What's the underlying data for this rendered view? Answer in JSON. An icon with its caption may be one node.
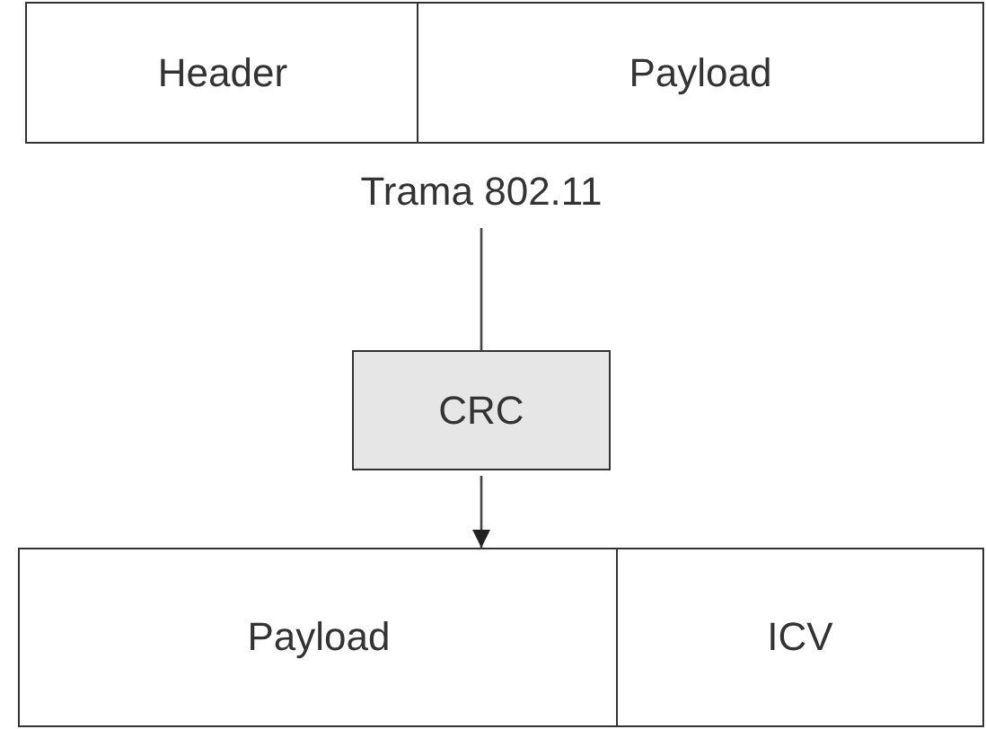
{
  "diagram": {
    "nodes": [
      {
        "text": [
          "Header"
        ]
      },
      {
        "text": [
          "Payload"
        ]
      },
      {
        "text": [
          "Trama 802.11"
        ]
      },
      {
        "text": [
          "CRC"
        ]
      },
      {
        "text": [
          "Payload"
        ]
      },
      {
        "text": [
          "ICV"
        ]
      }
    ],
    "edges": [
      {
        "from": 2,
        "to": 3,
        "arrow": "none"
      },
      {
        "from": 3,
        "to": 4,
        "arrow": "to"
      }
    ]
  }
}
